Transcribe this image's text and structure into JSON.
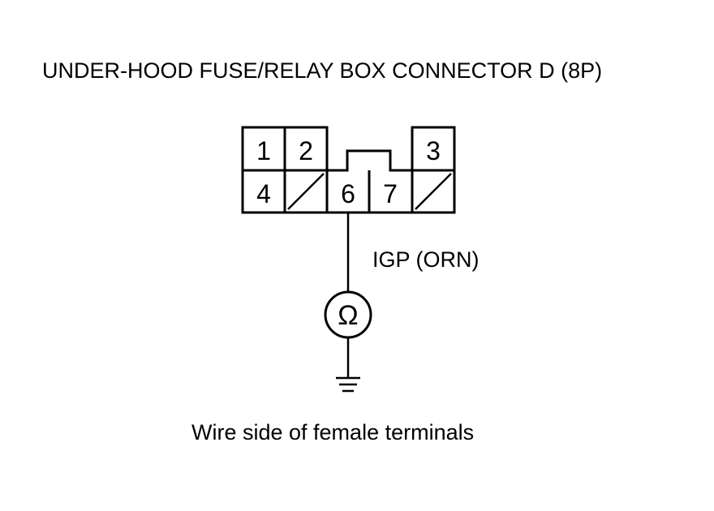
{
  "diagram": {
    "title": "UNDER-HOOD FUSE/RELAY BOX CONNECTOR D (8P)",
    "caption": "Wire side of female terminals",
    "wire_label": "IGP (ORN)",
    "meter_symbol": "Ω",
    "connector": {
      "pins_top": [
        "1",
        "2",
        "3"
      ],
      "pins_bottom": [
        "4",
        "6",
        "7"
      ],
      "empty_cavities": 2
    },
    "line_color": "#000000",
    "background_color": "#ffffff"
  }
}
